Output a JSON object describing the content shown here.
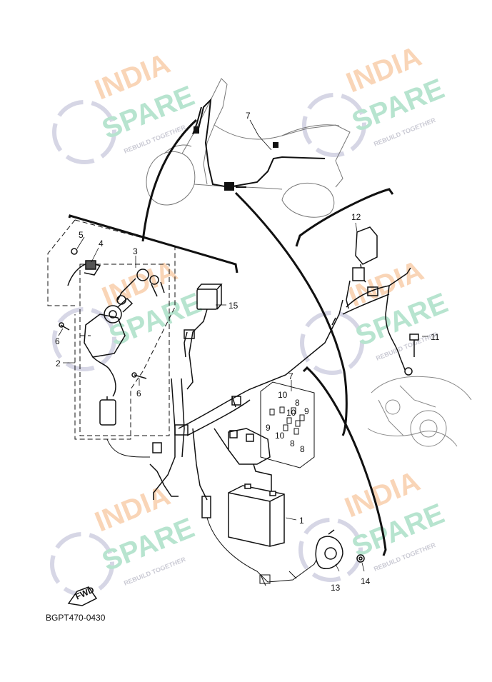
{
  "watermark": {
    "line1": "INDIA",
    "line2": "SPARE",
    "tagline": "REBUILD TOGETHER",
    "colors": {
      "india": "#f8c7a0",
      "spare": "#9fdcc0",
      "tagline": "#b9b9c6",
      "icon": "#c9c9dd"
    }
  },
  "diagram": {
    "code": "BGPT470-0430",
    "fwd_label": "FWD",
    "callouts": [
      {
        "id": "c1",
        "text": "1"
      },
      {
        "id": "c2",
        "text": "2"
      },
      {
        "id": "c3",
        "text": "3"
      },
      {
        "id": "c4",
        "text": "4"
      },
      {
        "id": "c5",
        "text": "5"
      },
      {
        "id": "c6a",
        "text": "6"
      },
      {
        "id": "c6b",
        "text": "6"
      },
      {
        "id": "c7a",
        "text": "7"
      },
      {
        "id": "c7b",
        "text": "7"
      },
      {
        "id": "c8a",
        "text": "8"
      },
      {
        "id": "c8b",
        "text": "8"
      },
      {
        "id": "c8c",
        "text": "8"
      },
      {
        "id": "c9a",
        "text": "9"
      },
      {
        "id": "c9b",
        "text": "9"
      },
      {
        "id": "c10a",
        "text": "10"
      },
      {
        "id": "c10b",
        "text": "10"
      },
      {
        "id": "c10c",
        "text": "10"
      },
      {
        "id": "c11",
        "text": "11"
      },
      {
        "id": "c12",
        "text": "12"
      },
      {
        "id": "c13",
        "text": "13"
      },
      {
        "id": "c14",
        "text": "14"
      },
      {
        "id": "c15",
        "text": "15"
      }
    ]
  }
}
